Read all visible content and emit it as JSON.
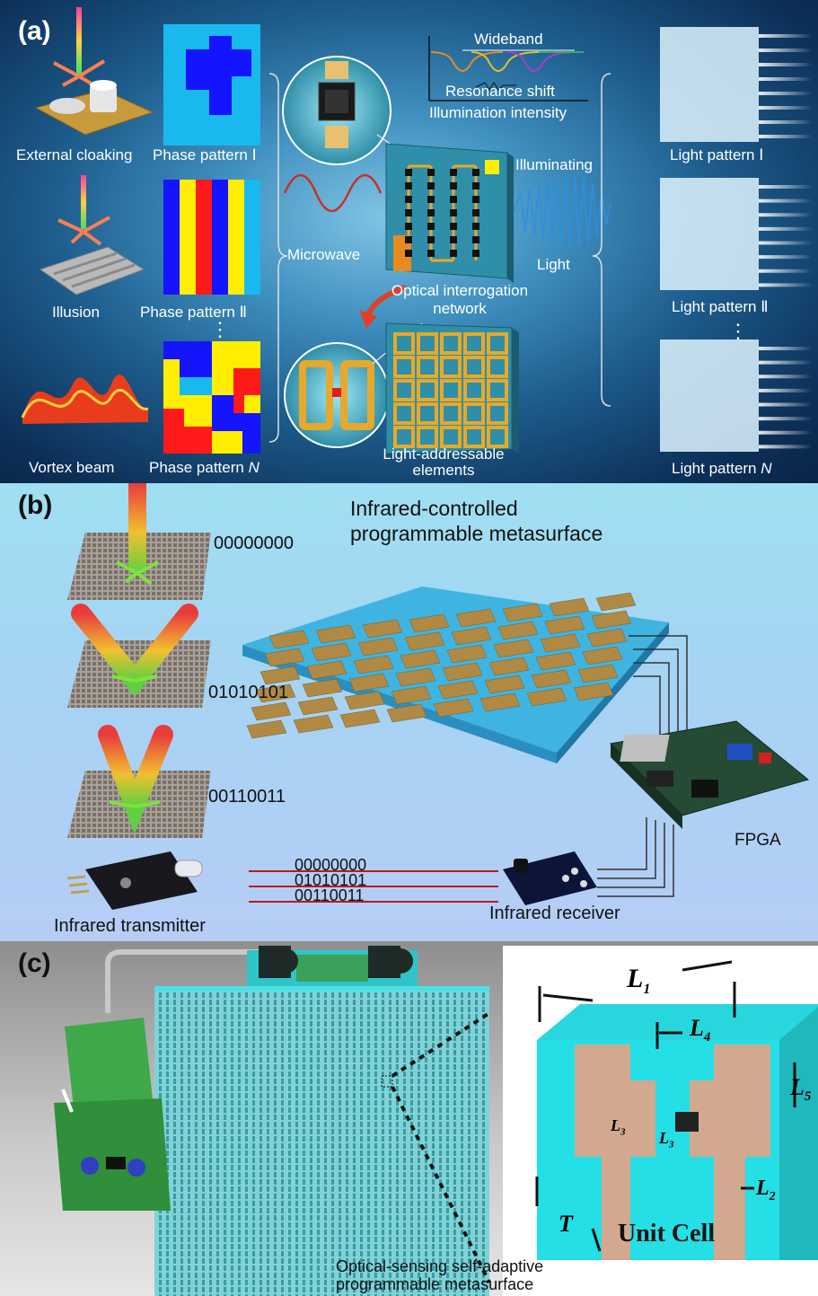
{
  "panel_a": {
    "letter": "(a)",
    "labels": {
      "external_cloaking": "External cloaking",
      "illusion": "Illusion",
      "vortex_beam": "Vortex beam",
      "phase1": "Phase pattern Ⅰ",
      "phase2": "Phase pattern Ⅱ",
      "phaseN_prefix": "Phase pattern ",
      "phaseN_var": "N",
      "wideband": "Wideband",
      "resonance_shift": "Resonance shift",
      "illumination_intensity": "Illumination intensity",
      "illuminating": "Illuminating",
      "light": "Light",
      "microwave": "Microwave",
      "optical_network_line1": "Optical interrogation",
      "optical_network_line2": "network",
      "light_addressable_line1": "Light-addressable",
      "light_addressable_line2": "elements",
      "light1": "Light pattern Ⅰ",
      "light2": "Light pattern Ⅱ",
      "lightN_prefix": "Light pattern ",
      "lightN_var": "N"
    },
    "colors": {
      "phase_blue": "#1414ff",
      "phase_cyan": "#19b9f0",
      "phase_red": "#ff1a1a",
      "phase_yellow": "#ffee00",
      "board": "#2f8ea8",
      "gold": "#e6a92b"
    }
  },
  "panel_b": {
    "letter": "(b)",
    "title_line1": "Infrared-controlled",
    "title_line2": "programmable metasurface",
    "codes": [
      "00000000",
      "01010101",
      "00110011"
    ],
    "fpga": "FPGA",
    "transmitter": "Infrared transmitter",
    "receiver": "Infrared receiver"
  },
  "panel_c": {
    "letter": "(c)",
    "caption_line1": "Optical-sensing self-adaptive",
    "caption_line2": "programmable metasurface",
    "unit_cell": "Unit Cell",
    "dims": {
      "L1": "L",
      "L1_sub": "1",
      "L2": "L",
      "L2_sub": "2",
      "L3a": "L",
      "L3a_sub": "3",
      "L3b": "L",
      "L3b_sub": "3",
      "L4": "L",
      "L4_sub": "4",
      "L5": "L",
      "L5_sub": "5",
      "T": "T"
    },
    "colors": {
      "substrate": "#27d7dd",
      "copper": "#d2a88f"
    }
  }
}
